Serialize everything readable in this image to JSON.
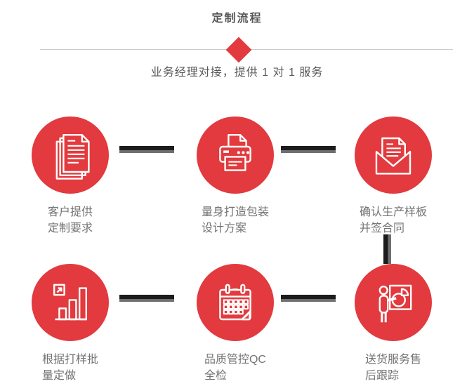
{
  "page": {
    "title": "定制流程",
    "subtitle": "业务经理对接，提供 1 对 1 服务"
  },
  "colors": {
    "accent_red": "#e23a3e",
    "title_gray": "#595757",
    "label_gray": "#737373",
    "divider_gray": "#cccccc",
    "connector_dark": "#1c1c1c",
    "connector_shadow": "#6f6f6f"
  },
  "steps": [
    {
      "icon": "documents-icon",
      "lines": [
        "客户提供",
        "定制要求"
      ]
    },
    {
      "icon": "printer-icon",
      "lines": [
        "量身打造包装",
        "设计方案"
      ]
    },
    {
      "icon": "envelope-icon",
      "lines": [
        "确认生产样板",
        "并签合同"
      ]
    },
    {
      "icon": "bar-chart-icon",
      "lines": [
        "根据打样批",
        "量定做"
      ]
    },
    {
      "icon": "calendar-icon",
      "lines": [
        "品质管控QC",
        "全检"
      ]
    },
    {
      "icon": "presentation-icon",
      "lines": [
        "送货服务售",
        "后跟踪"
      ]
    }
  ]
}
